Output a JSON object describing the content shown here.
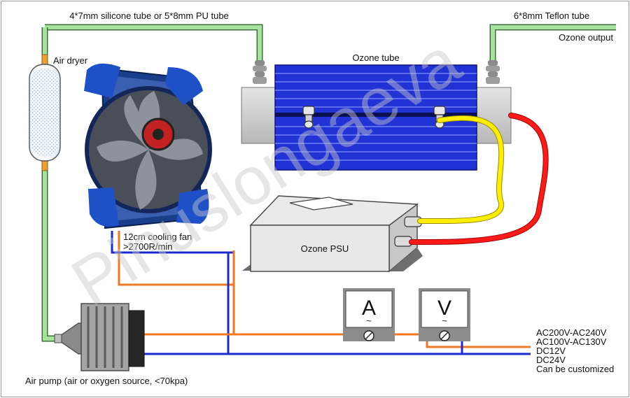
{
  "labels": {
    "top_tube": "4*7mm silicone tube or 5*8mm PU tube",
    "teflon_tube": "6*8mm Teflon tube",
    "ozone_output": "Ozone output",
    "air_dryer": "Air dryer",
    "ozone_tube": "Ozone tube",
    "fan_size": "12cm cooling fan",
    "fan_speed": ">2700R/min",
    "psu": "Ozone PSU",
    "air_pump": "Air pump (air or oxygen source, <70kpa)",
    "ammeter_symbol": "A",
    "voltmeter_symbol": "V",
    "ac_symbol": "~"
  },
  "power_options": [
    "AC200V-AC240V",
    "AC100V-AC130V",
    "DC12V",
    "DC24V",
    "Can be customized"
  ],
  "watermark": "Pinuslongaeva",
  "colors": {
    "tube_green": "#7ec87a",
    "tube_blue": "#1f2fd8",
    "wire_orange": "#f07820",
    "wire_blue": "#1c2ad0",
    "hv_yellow": "#ffee00",
    "hv_red": "#ff1a1a",
    "connector_orange": "#f0a030",
    "frame": "#9a9a9a"
  }
}
